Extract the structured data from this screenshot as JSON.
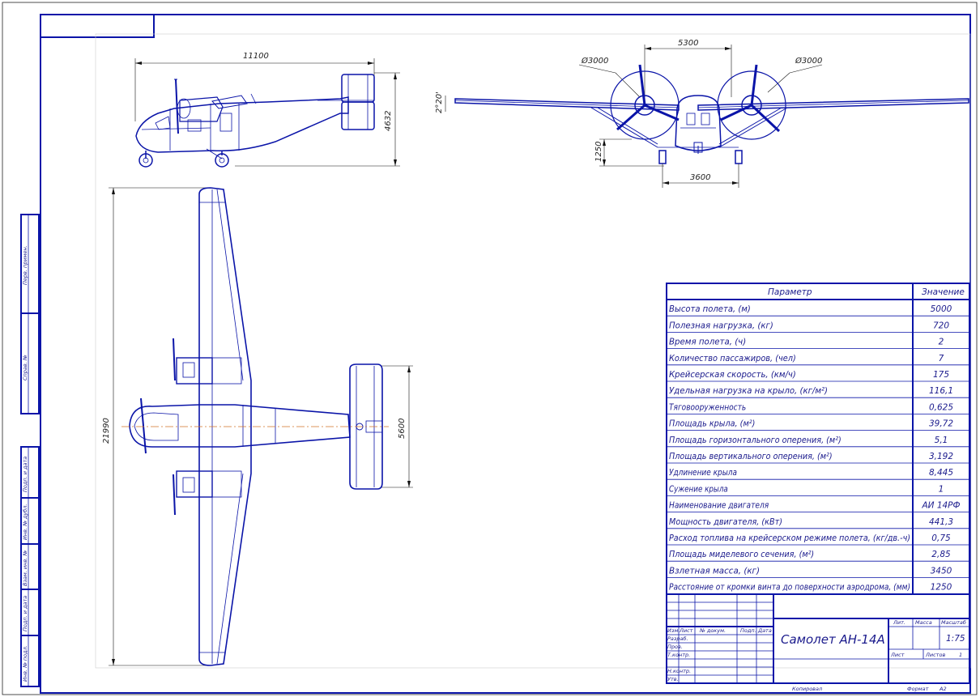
{
  "dimensions": {
    "side_length": "11100",
    "side_height": "4632",
    "front_tail": "5300",
    "prop_left": "Ø3000",
    "prop_right": "Ø3000",
    "dihedral": "2°20'",
    "prop_clearance": "1250",
    "track": "3600",
    "span": "21990",
    "stabilizer_span": "5600"
  },
  "spec_table": {
    "header_param": "Параметр",
    "header_value": "Значение",
    "rows": [
      {
        "param": "Высота полета, (м)",
        "value": "5000"
      },
      {
        "param": "Полезная нагрузка, (кг)",
        "value": "720"
      },
      {
        "param": "Время полета, (ч)",
        "value": "2"
      },
      {
        "param": "Количество пассажиров, (чел)",
        "value": "7"
      },
      {
        "param": "Крейсерская скорость, (км/ч)",
        "value": "175"
      },
      {
        "param": "Удельная нагрузка на крыло, (кг/м²)",
        "value": "116,1"
      },
      {
        "param": "Тяговооруженность",
        "value": "0,625"
      },
      {
        "param": "Площадь крыла, (м²)",
        "value": "39,72"
      },
      {
        "param": "Площадь горизонтального оперения, (м²)",
        "value": "5,1"
      },
      {
        "param": "Площадь вертикального оперения, (м²)",
        "value": "3,192"
      },
      {
        "param": "Удлинение крыла",
        "value": "8,445"
      },
      {
        "param": "Сужение крыла",
        "value": "1"
      },
      {
        "param": "Наименование двигателя",
        "value": "АИ 14РФ"
      },
      {
        "param": "Мощность двигателя, (кВт)",
        "value": "441,3"
      },
      {
        "param": "Расход топлива на крейсерском режиме полета, (кг/дв.-ч)",
        "value": "0,75"
      },
      {
        "param": "Площадь миделевого сечения, (м²)",
        "value": "2,85"
      },
      {
        "param": "Взлетная масса, (кг)",
        "value": "3450"
      },
      {
        "param": "Расстояние от кромки винта до поверхности аэродрома, (мм)",
        "value": "1250"
      }
    ]
  },
  "title_block": {
    "title": "Самолет АН-14А",
    "col_lit": "Лит.",
    "col_mass": "Масса",
    "col_scale": "Масштаб",
    "scale": "1:75",
    "sheet": "Лист",
    "sheets": "Листов",
    "sheets_count": "1",
    "izm": "Изм.",
    "list": "Лист",
    "doc_no": "№ докум.",
    "sign": "Подп.",
    "date": "Дата",
    "razrab": "Разраб.",
    "prov": "Пров.",
    "tkontr": "Т.контр.",
    "nkontr": "Н.контр.",
    "utv": "Утв.",
    "copied": "Копировал",
    "format": "Формат",
    "format_value": "А2"
  },
  "side_stamp": {
    "perv_primen": "Перв. примен.",
    "sprav_no": "Справ. №",
    "podp_data_1": "Подп. и дата",
    "inv_dubl": "Инв. № дубл.",
    "vzam_inv": "Взам. инв. №",
    "podp_data_2": "Подп. и дата",
    "inv_podl": "Инв. № подл."
  },
  "colors": {
    "linework": "#0a14a8",
    "axis": "#d4742a",
    "dimensions": "#111111"
  }
}
